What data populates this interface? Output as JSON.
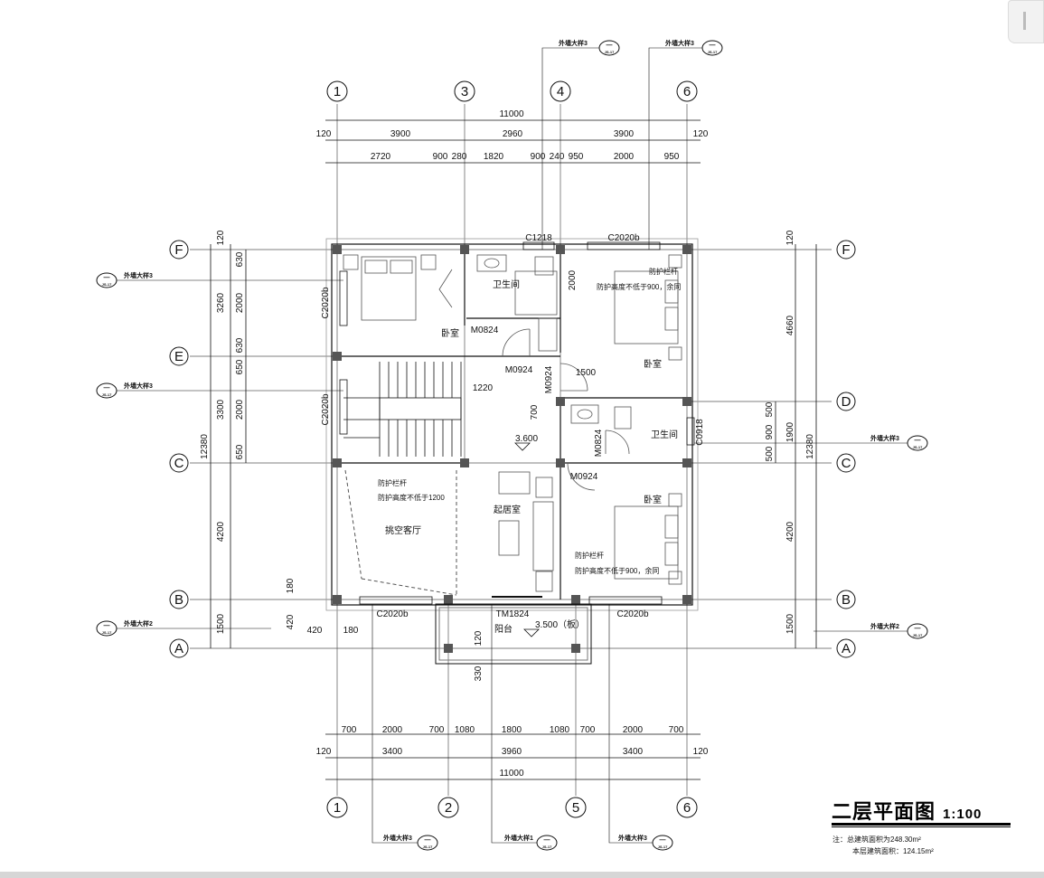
{
  "drawing": {
    "title": "二层平面图",
    "scale": "1:100",
    "note_line1": "注：总建筑面积为248.30m²",
    "note_line2": "本层建筑面积：124.15m²"
  },
  "axes": {
    "top": [
      "1",
      "3",
      "4",
      "6"
    ],
    "bottom": [
      "1",
      "2",
      "5",
      "6"
    ],
    "left": [
      "F",
      "E",
      "C",
      "B",
      "A"
    ],
    "right": [
      "F",
      "D",
      "C",
      "B",
      "A"
    ]
  },
  "dimensions": {
    "top_total": "11000",
    "top_row2": [
      "120",
      "3900",
      "2960",
      "3900",
      "120"
    ],
    "top_row3": [
      "2720",
      "900",
      "280",
      "1820",
      "900",
      "240",
      "950",
      "2000",
      "950"
    ],
    "bottom_row1": [
      "700",
      "2000",
      "700",
      "1080",
      "1800",
      "1080",
      "700",
      "2000",
      "700"
    ],
    "bottom_row2": [
      "120",
      "3400",
      "3960",
      "3400",
      "120"
    ],
    "bottom_total": "11000",
    "left_total": "12380",
    "left_outer": [
      "120",
      "3260",
      "3300",
      "4200",
      "1500"
    ],
    "left_inner": [
      "630",
      "2000",
      "630",
      "650",
      "2000",
      "650",
      "180",
      "420",
      "420",
      "180"
    ],
    "right_total": "12380",
    "right_outer": [
      "120",
      "4660",
      "1900",
      "4200",
      "1500"
    ],
    "right_inner": [
      "500",
      "900",
      "500"
    ]
  },
  "rooms": {
    "bedroom_nw": "卧室",
    "bathroom_n": "卫生间",
    "bedroom_ne": "卧室",
    "bathroom_e": "卫生间",
    "bedroom_se": "卧室",
    "living": "起居室",
    "void_hall": "挑空客厅",
    "balcony": "阳台"
  },
  "openings": {
    "c1218": "C1218",
    "c2020b_top": "C2020b",
    "c2020b_left1": "C2020b",
    "c2020b_left2": "C2020b",
    "c2020b_bl": "C2020b",
    "c2020b_br": "C2020b",
    "m0824_a": "M0824",
    "m0924_a": "M0924",
    "m0924_b": "M0924",
    "m0924_c": "M0924",
    "m0824_b": "M0824",
    "c0918": "C0918",
    "tm1824": "TM1824"
  },
  "annotations": {
    "guard_1": "防护栏杆",
    "guard_1_h": "防护高度不低于900，余同",
    "guard_2": "防护栏杆",
    "guard_2_h": "防护高度不低于1200",
    "guard_3": "防护栏杆",
    "guard_3_h": "防护高度不低于900，余同",
    "dim_1220": "1220",
    "dim_1500": "1500",
    "dim_700": "700",
    "dim_2000_int": "2000",
    "dim_120_bal": "120",
    "dim_330": "330",
    "level_360": "3.600",
    "level_350": "3.500（板）"
  },
  "detail_refs": {
    "label_3": "外墙大样3",
    "label_2": "外墙大样2",
    "label_1": "外墙大样1",
    "dash": "—",
    "sheet": "JS-17"
  },
  "colors": {
    "line": "#111111",
    "axis": "#333333",
    "wall": "#555555"
  }
}
